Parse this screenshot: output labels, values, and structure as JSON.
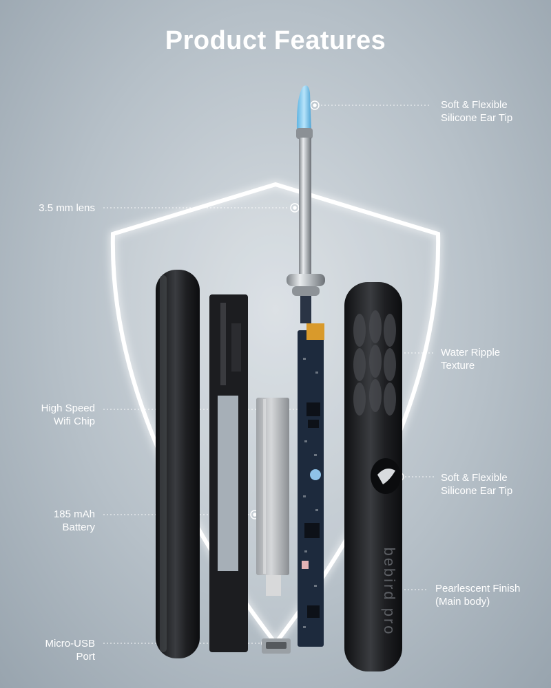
{
  "title": "Product Features",
  "brand_mark": "bebird pro",
  "labels": {
    "tip_top": {
      "line1": "Soft & Flexible",
      "line2": "Silicone Ear Tip"
    },
    "lens": {
      "line1": "3.5 mm lens"
    },
    "ripple": {
      "line1": "Water Ripple",
      "line2": "Texture"
    },
    "wifi": {
      "line1": "High Speed",
      "line2": "Wifi Chip"
    },
    "tip_mid": {
      "line1": "Soft & Flexible",
      "line2": "Silicone Ear Tip"
    },
    "battery": {
      "line1": "185 mAh",
      "line2": "Battery"
    },
    "finish": {
      "line1": "Pearlescent Finish",
      "line2": "(Main body)"
    },
    "usb": {
      "line1": "Micro-USB",
      "line2": "Port"
    }
  },
  "colors": {
    "background": "#b6c0c8",
    "shield_glow": "#ffffff",
    "ear_tip": "#8fd0f2",
    "body": "#1b1c1f",
    "board": "#1d2a3d"
  }
}
